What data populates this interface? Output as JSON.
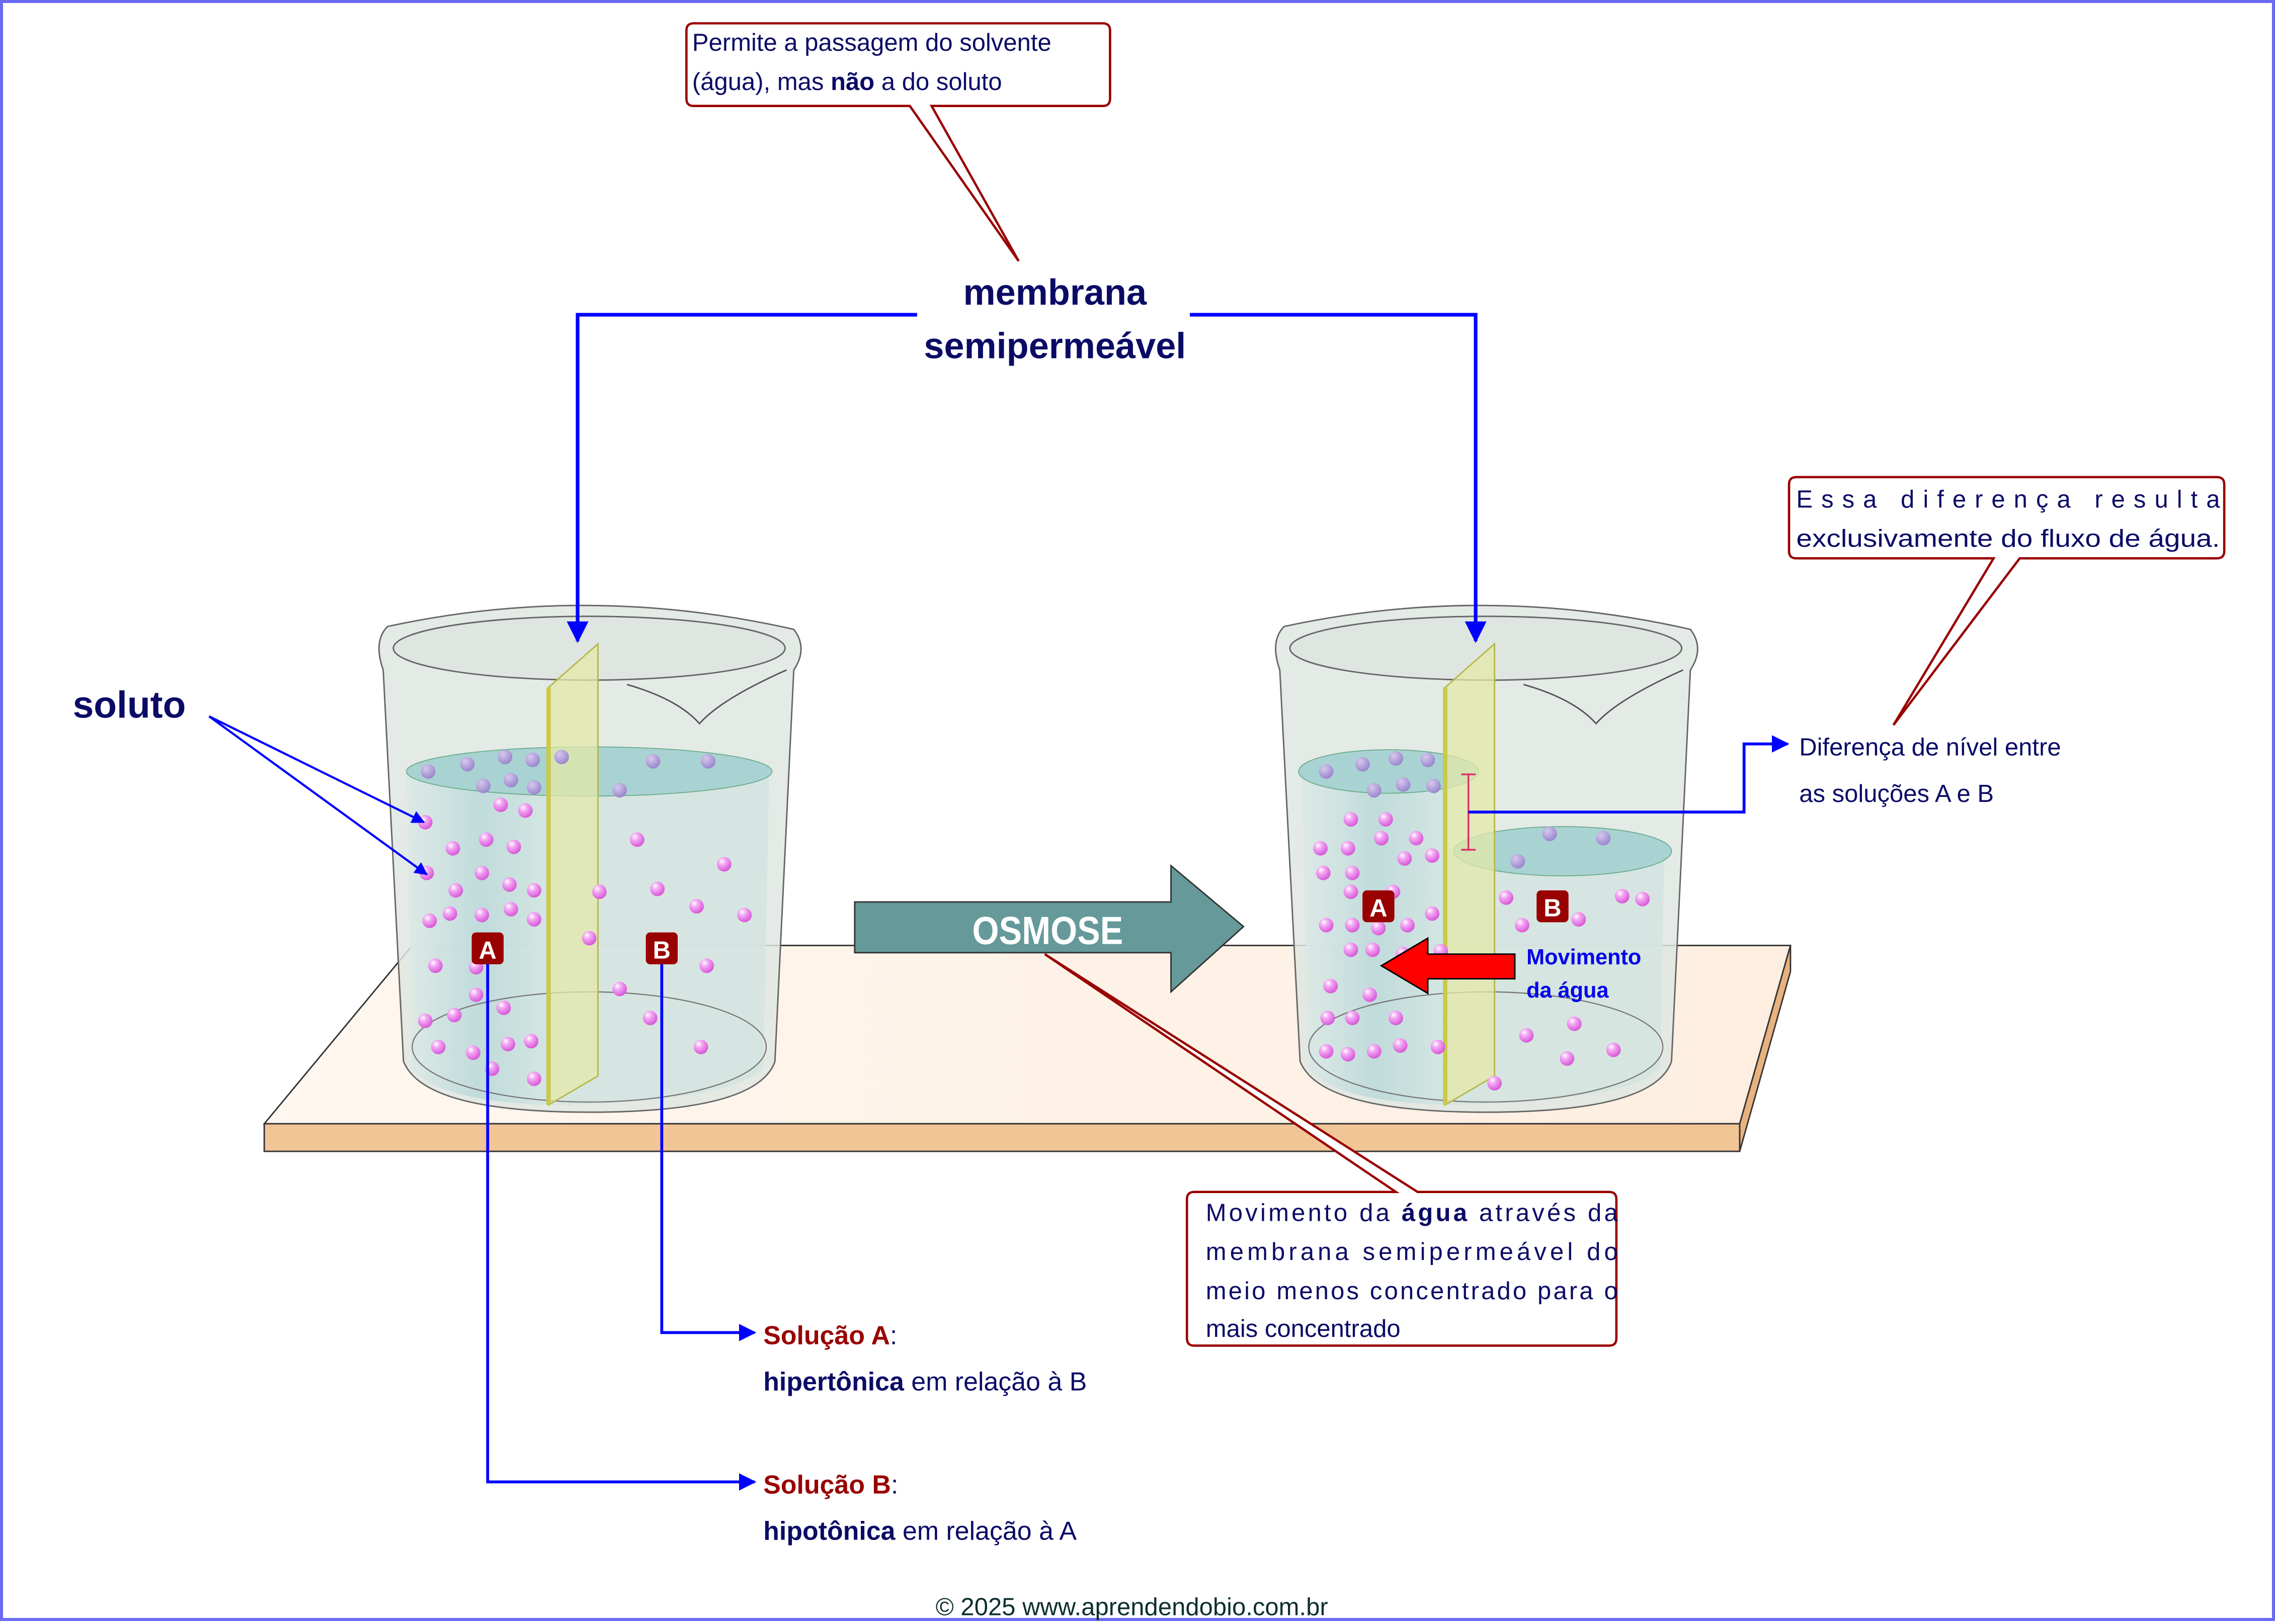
{
  "labels": {
    "soluto": "soluto",
    "membrane_line1": "membrana",
    "membrane_line2": "semipermeável",
    "osmose": "OSMOSE",
    "badge_a": "A",
    "badge_b": "B",
    "water_movement_line1": "Movimento",
    "water_movement_line2": "da água",
    "level_diff_line1": "Diferença de nível entre",
    "level_diff_line2": "as soluções A e B"
  },
  "callouts": {
    "membrane": {
      "line1": "Permite a passagem do solvente",
      "line2_pre": "(água), mas ",
      "line2_bold": "não",
      "line2_post": " a do soluto"
    },
    "difference": {
      "line1": "Essa diferença resulta",
      "line2": "exclusivamente do fluxo de água."
    },
    "osmosis": {
      "line1_pre": "Movimento da ",
      "line1_bold": "água",
      "line1_post": " através da",
      "line2": "membrana semipermeável do",
      "line3": "meio menos concentrado para o",
      "line4": "mais concentrado"
    }
  },
  "solutions": [
    {
      "title": "Solução A",
      "colon": ":",
      "bold": "hipertônica",
      "rest": " em relação à B"
    },
    {
      "title": "Solução B",
      "colon": ":",
      "bold": "hipotônica",
      "rest": " em relação à A"
    }
  ],
  "footer": {
    "copyright": "© 2025 www.aprendendobio.com.br"
  },
  "colors": {
    "navy_text": "#0b0b66",
    "dark_red": "#990000",
    "pointer_blue": "#0000ff",
    "osmose_arrow": "#669999",
    "water_arrow": "#ff0000",
    "solute": "#ee88ee",
    "table": "#fdf3ea",
    "table_edge": "#f2c597",
    "membrane": "#e4e8a8",
    "water": "#a9d2d2"
  }
}
